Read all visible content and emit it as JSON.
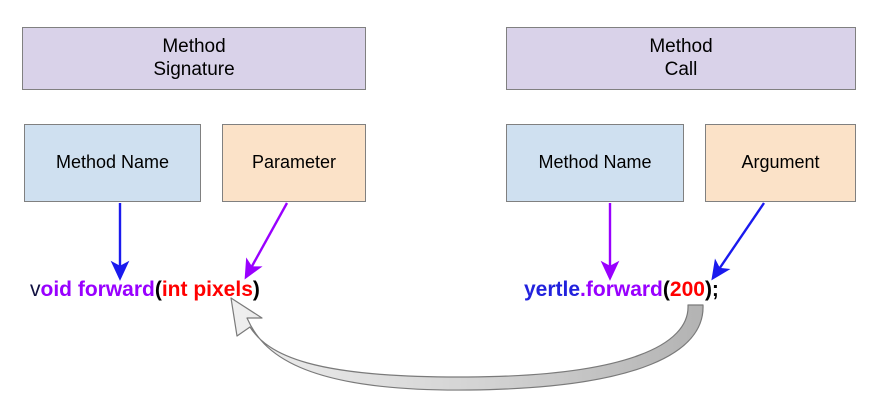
{
  "diagram": {
    "title_semantic": "java-method-signature-vs-method-call-diagram",
    "background": "#ffffff",
    "headers": {
      "signature": "Method\nSignature",
      "call": "Method\nCall"
    },
    "labels": {
      "signature_method_name": "Method Name",
      "signature_parameter": "Parameter",
      "call_method_name": "Method Name",
      "call_argument": "Argument"
    },
    "code": {
      "signature": {
        "full_text": "void forward(int pixels)",
        "tokens": [
          {
            "text": "v",
            "role": "plain"
          },
          {
            "text": "oid forward",
            "role": "keyword"
          },
          {
            "text": "(",
            "role": "punct"
          },
          {
            "text": "int pixels",
            "role": "type"
          },
          {
            "text": ")",
            "role": "punct"
          }
        ]
      },
      "call": {
        "full_text": "yertle.forward(200);",
        "tokens": [
          {
            "text": "yertle",
            "role": "object"
          },
          {
            "text": ".forward",
            "role": "method"
          },
          {
            "text": "(",
            "role": "punct"
          },
          {
            "text": "200",
            "role": "number"
          },
          {
            "text": ");",
            "role": "punct"
          }
        ]
      }
    },
    "colors": {
      "header_fill": "#d9d2e9",
      "name_fill": "#cfe0f0",
      "argument_fill": "#fbe2c8",
      "box_border": "#808080",
      "arrow_blue": "#1a1aee",
      "arrow_purple": "#9900ff",
      "keyword_purple": "#9900ff",
      "type_red": "#ff0000",
      "object_blue": "#2222dd",
      "curve_arrow_light": "#eeeeee",
      "curve_arrow_dark": "#b0b0b0",
      "curve_arrow_stroke": "#666666"
    },
    "connectors": [
      {
        "name": "signature-method-name-to-code",
        "color": "#1a1aee",
        "shape": "vertical",
        "from": "Method Name (signature)",
        "to": "forward (signature code)"
      },
      {
        "name": "signature-parameter-to-code",
        "color": "#9900ff",
        "shape": "diagonal",
        "from": "Parameter",
        "to": "int pixels"
      },
      {
        "name": "call-method-name-to-code",
        "color": "#9900ff",
        "shape": "vertical",
        "from": "Method Name (call)",
        "to": "forward (call code)"
      },
      {
        "name": "call-argument-to-code",
        "color": "#1a1aee",
        "shape": "diagonal",
        "from": "Argument",
        "to": "200"
      },
      {
        "name": "argument-to-parameter-curve",
        "color": "#cccccc",
        "shape": "curved-block-arrow",
        "from": "yertle.forward(200);",
        "to": "void forward(int pixels)"
      }
    ]
  }
}
